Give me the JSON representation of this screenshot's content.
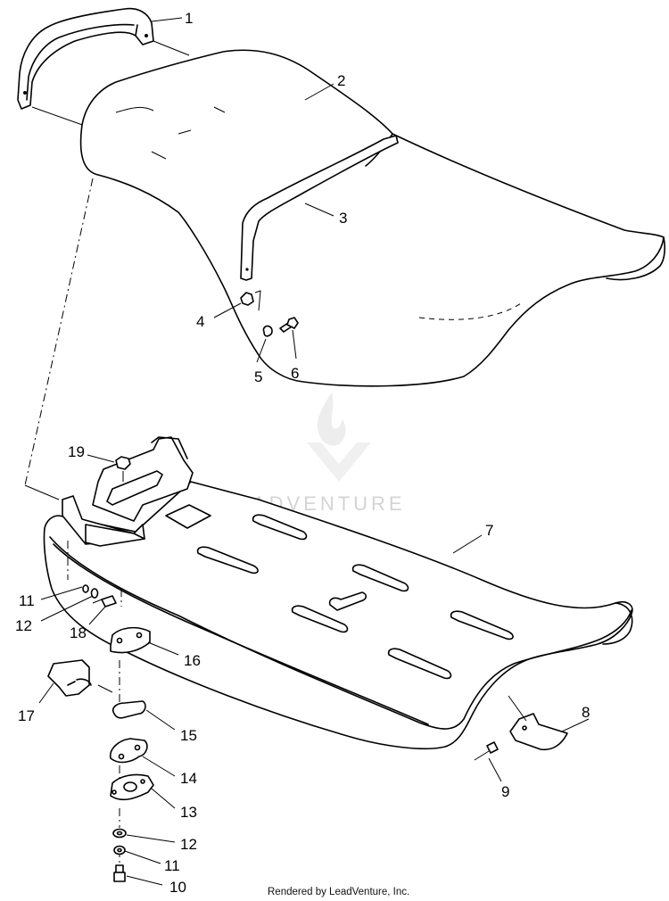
{
  "watermark": {
    "brand": "LEADVENTURE"
  },
  "footer": {
    "text": "Rendered by LeadVenture, Inc."
  },
  "callouts": {
    "p1": "1",
    "p2": "2",
    "p3": "3",
    "p4": "4",
    "p5": "5",
    "p6": "6",
    "p7": "7",
    "p8": "8",
    "p9": "9",
    "p10": "10",
    "p11a": "11",
    "p11b": "11",
    "p12a": "12",
    "p12b": "12",
    "p13": "13",
    "p14": "14",
    "p15": "15",
    "p16": "16",
    "p17": "17",
    "p18": "18",
    "p19": "19"
  }
}
